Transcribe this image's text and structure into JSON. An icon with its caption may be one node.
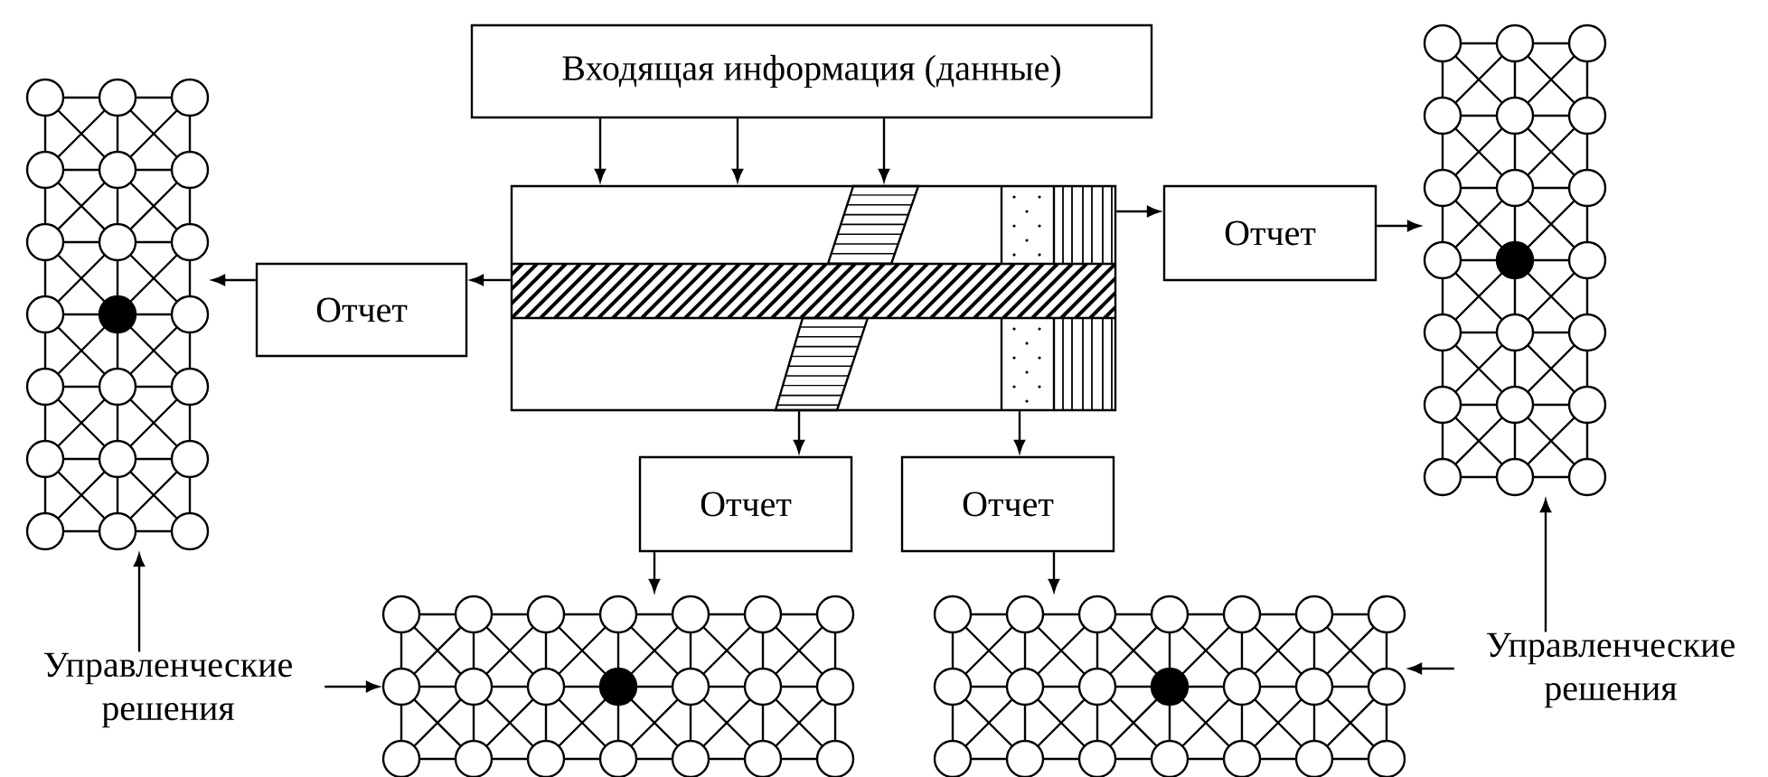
{
  "diagram": {
    "nodes": [
      {
        "text": [
          "Входящая информация (данные)"
        ]
      },
      {
        "text": [],
        "shape": "box"
      },
      {
        "text": [
          "Отчет"
        ]
      },
      {
        "text": [
          "Отчет"
        ]
      },
      {
        "text": [
          "Отчет"
        ]
      },
      {
        "text": [
          "Отчет"
        ]
      },
      {
        "text": [],
        "shape": "grid"
      },
      {
        "text": [],
        "shape": "grid"
      },
      {
        "text": [],
        "shape": "grid"
      },
      {
        "text": [],
        "shape": "grid"
      },
      {
        "text": [
          "Управленческие решения"
        ]
      },
      {
        "text": [
          "Управленческие решения"
        ]
      }
    ],
    "edges": [
      {
        "from": 0,
        "to": 1,
        "arrow": "to"
      },
      {
        "from": 0,
        "to": 1,
        "arrow": "to"
      },
      {
        "from": 0,
        "to": 1,
        "arrow": "to"
      },
      {
        "from": 1,
        "to": 2,
        "arrow": "to"
      },
      {
        "from": 2,
        "to": 6,
        "arrow": "to"
      },
      {
        "from": 1,
        "to": 3,
        "arrow": "to"
      },
      {
        "from": 3,
        "to": 7,
        "arrow": "to"
      },
      {
        "from": 1,
        "to": 4,
        "arrow": "to"
      },
      {
        "from": 4,
        "to": 8,
        "arrow": "to"
      },
      {
        "from": 1,
        "to": 5,
        "arrow": "to"
      },
      {
        "from": 5,
        "to": 9,
        "arrow": "to"
      },
      {
        "from": 10,
        "to": 6,
        "arrow": "to"
      },
      {
        "from": 10,
        "to": 8,
        "arrow": "to"
      },
      {
        "from": 11,
        "to": 7,
        "arrow": "to"
      },
      {
        "from": 11,
        "to": 9,
        "arrow": "to"
      }
    ]
  }
}
